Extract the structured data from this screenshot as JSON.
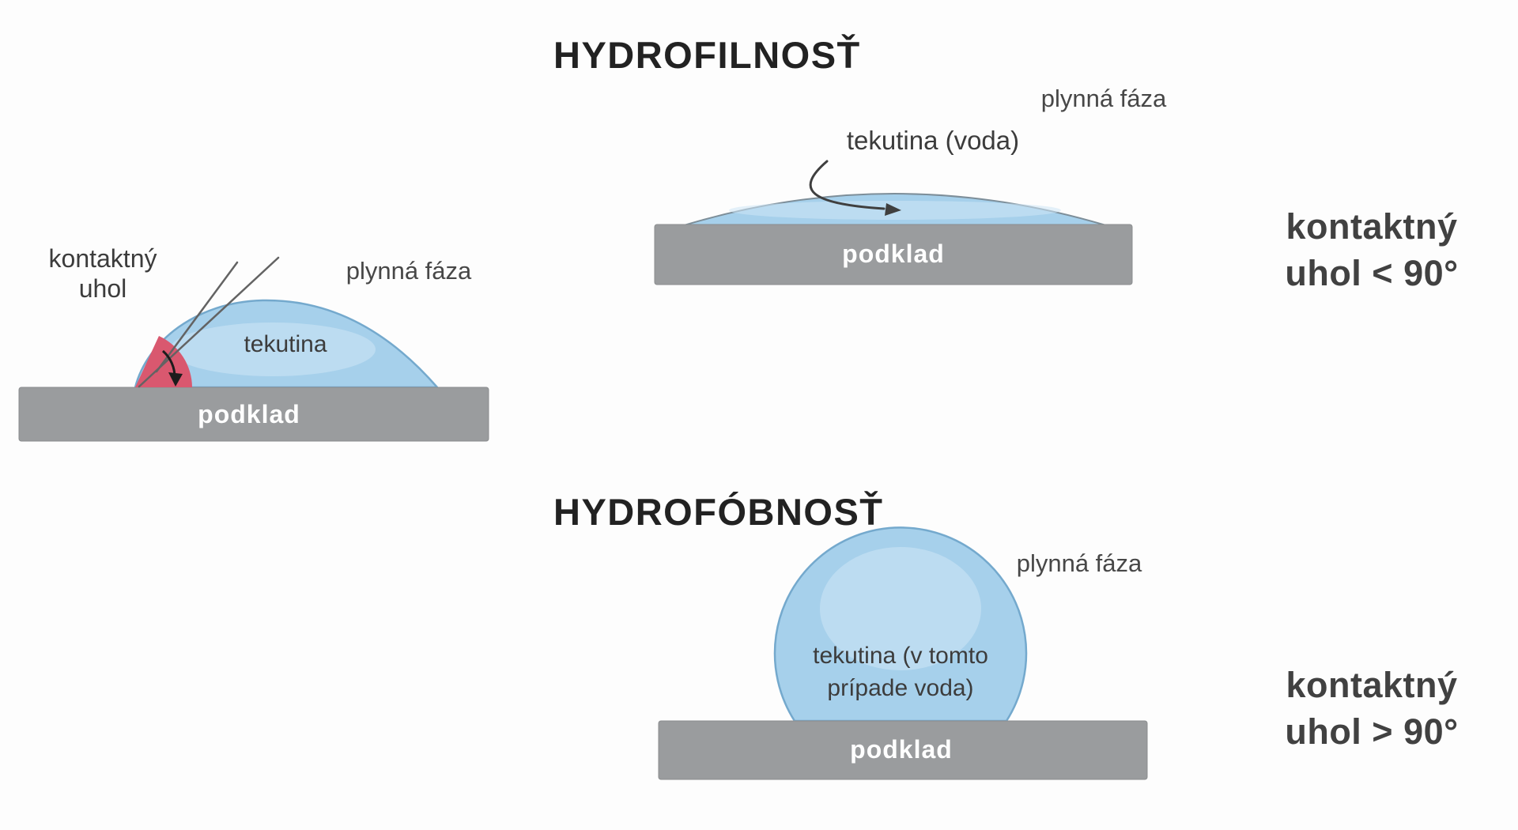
{
  "palette": {
    "background": "#fdfdfd",
    "substrate": "#9a9c9e",
    "droplet_fill": "#a6d0eb",
    "droplet_fill_light": "#cde6f6",
    "wedge_fill": "#d9586f",
    "line_color": "#636363",
    "arrow_color": "#3f3f3f",
    "angle_arrow_color": "#1c1c1c"
  },
  "hydrophilic": {
    "title": "HYDROFILNOSŤ",
    "gas_phase_label": "plynná fáza",
    "liquid_label": "tekutina (voda)",
    "substrate_label": "podklad",
    "contact_angle_line1": "kontaktný",
    "contact_angle_line2": "uhol < 90°"
  },
  "angle_diagram": {
    "angle_label_line1": "kontaktný",
    "angle_label_line2": "uhol",
    "gas_phase_label": "plynná fáza",
    "liquid_label": "tekutina",
    "substrate_label": "podklad"
  },
  "hydrophobic": {
    "title": "HYDROFÓBNOSŤ",
    "gas_phase_label": "plynná fáza",
    "liquid_label_line1": "tekutina (v tomto",
    "liquid_label_line2": "prípade voda)",
    "substrate_label": "podklad",
    "contact_angle_line1": "kontaktný",
    "contact_angle_line2": "uhol > 90°"
  }
}
